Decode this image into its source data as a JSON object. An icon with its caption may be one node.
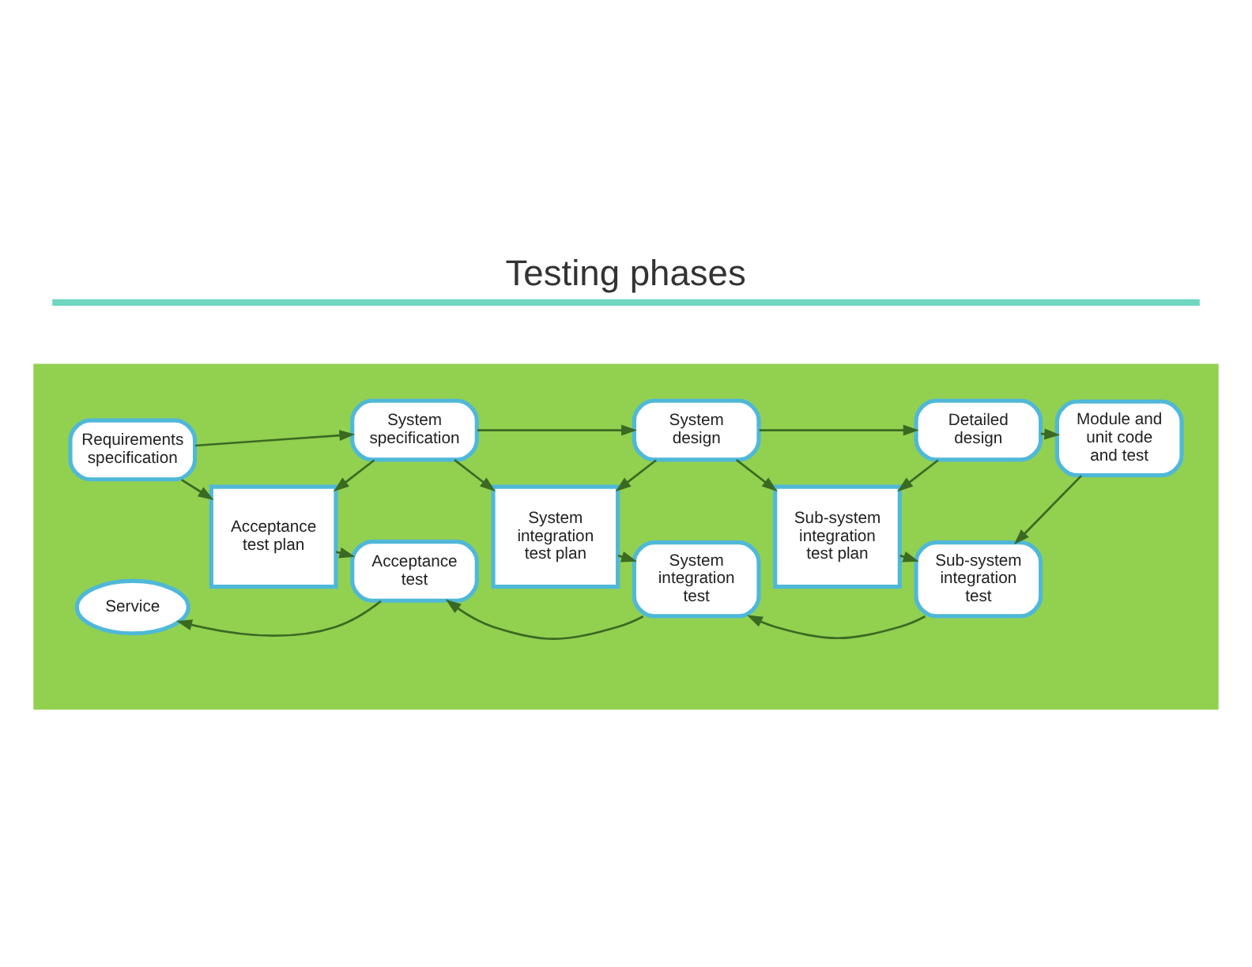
{
  "diagram": {
    "title": "Testing phases",
    "nodes": [
      {
        "text": [],
        "shape": "box"
      },
      {
        "text": [
          "Requirements specification"
        ],
        "in": 0
      },
      {
        "text": [
          "System specification"
        ],
        "in": 0
      },
      {
        "text": [
          "System design"
        ],
        "in": 0
      },
      {
        "text": [
          "Detailed design"
        ],
        "in": 0
      },
      {
        "text": [
          "Acceptance test plan"
        ],
        "in": 0
      },
      {
        "text": [
          "System integration test plan"
        ],
        "in": 0
      },
      {
        "text": [
          "Sub-system integration test plan"
        ],
        "in": 0
      },
      {
        "text": [
          "Module and unit code and test"
        ],
        "in": 0
      },
      {
        "text": [
          "Service"
        ],
        "in": 0
      },
      {
        "text": [
          "Acceptance test"
        ],
        "in": 0
      },
      {
        "text": [
          "System integration test"
        ],
        "in": 0
      },
      {
        "text": [
          "Sub-system integration test"
        ],
        "in": 0
      }
    ],
    "edges": [
      {
        "from": 1,
        "to": 2,
        "arrow": "to"
      },
      {
        "from": 2,
        "to": 3,
        "arrow": "to"
      },
      {
        "from": 3,
        "to": 4,
        "arrow": "to"
      },
      {
        "from": 1,
        "to": 5,
        "arrow": "to"
      },
      {
        "from": 2,
        "to": 5,
        "arrow": "to"
      },
      {
        "from": 2,
        "to": 6,
        "arrow": "to"
      },
      {
        "from": 3,
        "to": 6,
        "arrow": "to"
      },
      {
        "from": 3,
        "to": 7,
        "arrow": "to"
      },
      {
        "from": 4,
        "to": 7,
        "arrow": "to"
      },
      {
        "from": 4,
        "to": 8,
        "arrow": "to"
      },
      {
        "from": 5,
        "to": 10,
        "arrow": "to"
      },
      {
        "from": 6,
        "to": 11,
        "arrow": "to"
      },
      {
        "from": 7,
        "to": 12,
        "arrow": "to"
      },
      {
        "from": 8,
        "to": 12,
        "arrow": "to"
      },
      {
        "from": 12,
        "to": 11,
        "arrow": "to"
      },
      {
        "from": 11,
        "to": 10,
        "arrow": "to"
      },
      {
        "from": 10,
        "to": 9,
        "arrow": "to"
      }
    ]
  }
}
